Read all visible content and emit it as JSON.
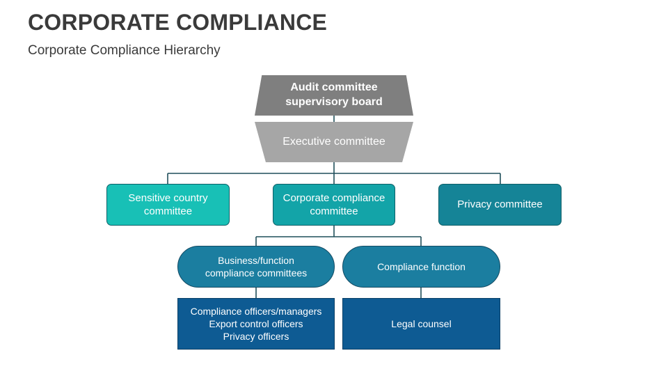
{
  "header": {
    "title": "CORPORATE COMPLIANCE",
    "subtitle": "Corporate Compliance Hierarchy"
  },
  "colors": {
    "top_level": "#7f7f7f",
    "executive": "#a6a6a6",
    "sensitive_committee": "#18c0b6",
    "corporate_committee": "#13a4a8",
    "privacy_committee": "#158497",
    "level_four": "#1b7ea0",
    "level_five": "#0e5b93",
    "connector": "#1f4e5a"
  },
  "hierarchy": {
    "audit": "Audit committee\nsupervisory board",
    "executive": "Executive committee",
    "committees": [
      "Sensitive country\ncommittee",
      "Corporate compliance\ncommittee",
      "Privacy committee"
    ],
    "functions": [
      "Business/function\ncompliance committees",
      "Compliance function"
    ],
    "staff": [
      "Compliance officers/managers\nExport control officers\nPrivacy officers",
      "Legal counsel"
    ]
  }
}
